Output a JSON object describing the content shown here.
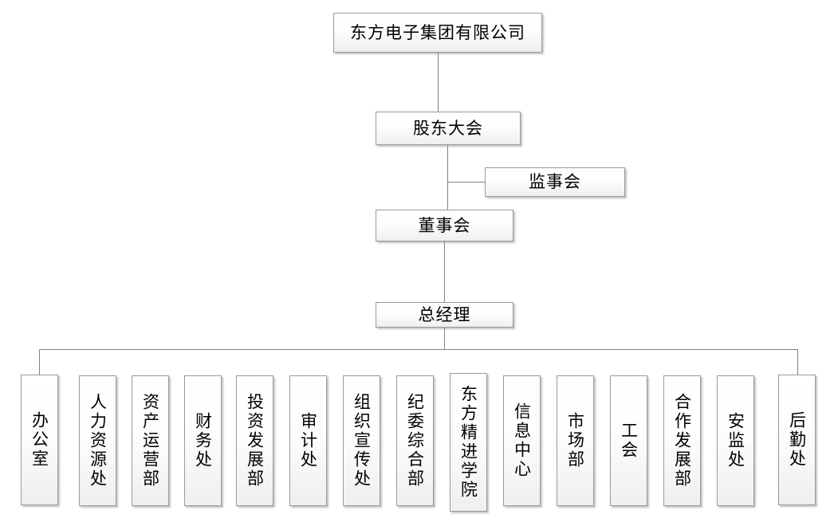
{
  "chart_data": {
    "type": "diagram",
    "diagram_kind": "organization-chart",
    "title": "东方电子集团有限公司",
    "levels": [
      {
        "level": 0,
        "nodes": [
          "东方电子集团有限公司"
        ]
      },
      {
        "level": 1,
        "nodes": [
          "股东大会"
        ]
      },
      {
        "level": 2,
        "nodes": [
          "监事会"
        ]
      },
      {
        "level": 3,
        "nodes": [
          "董事会"
        ]
      },
      {
        "level": 4,
        "nodes": [
          "总经理"
        ]
      },
      {
        "level": 5,
        "nodes": [
          "办公室",
          "人力资源处",
          "资产运营部",
          "财务处",
          "投资发展部",
          "审计处",
          "组织宣传处",
          "纪委综合部",
          "东方精进学院",
          "信息中心",
          "市场部",
          "工会",
          "合作发展部",
          "安监处",
          "后勤处"
        ]
      }
    ],
    "edges": [
      {
        "from": "东方电子集团有限公司",
        "to": "股东大会"
      },
      {
        "from": "股东大会",
        "to": "监事会"
      },
      {
        "from": "股东大会",
        "to": "董事会"
      },
      {
        "from": "董事会",
        "to": "总经理"
      },
      {
        "from": "总经理",
        "to": "办公室"
      },
      {
        "from": "总经理",
        "to": "人力资源处"
      },
      {
        "from": "总经理",
        "to": "资产运营部"
      },
      {
        "from": "总经理",
        "to": "财务处"
      },
      {
        "from": "总经理",
        "to": "投资发展部"
      },
      {
        "from": "总经理",
        "to": "审计处"
      },
      {
        "from": "总经理",
        "to": "组织宣传处"
      },
      {
        "from": "总经理",
        "to": "纪委综合部"
      },
      {
        "from": "总经理",
        "to": "东方精进学院"
      },
      {
        "from": "总经理",
        "to": "信息中心"
      },
      {
        "from": "总经理",
        "to": "市场部"
      },
      {
        "from": "总经理",
        "to": "工会"
      },
      {
        "from": "总经理",
        "to": "合作发展部"
      },
      {
        "from": "总经理",
        "to": "安监处"
      },
      {
        "from": "总经理",
        "to": "后勤处"
      }
    ],
    "colors": {
      "box_border": "#9a9a9a",
      "box_fill_top": "#ffffff",
      "box_fill_bottom": "#efefef",
      "connector": "#808080",
      "text": "#000000",
      "background": "#ffffff"
    }
  },
  "company": {
    "root_label": "东方电子集团有限公司"
  },
  "governance": {
    "shareholders_label": "股东大会",
    "supervisors_label": "监事会",
    "directors_label": "董事会",
    "general_manager_label": "总经理"
  },
  "departments": [
    {
      "label": "办公室"
    },
    {
      "label": "人力资源处"
    },
    {
      "label": "资产运营部"
    },
    {
      "label": "财务处"
    },
    {
      "label": "投资发展部"
    },
    {
      "label": "审计处"
    },
    {
      "label": "组织宣传处"
    },
    {
      "label": "纪委综合部"
    },
    {
      "label": "东方精进学院"
    },
    {
      "label": "信息中心"
    },
    {
      "label": "市场部"
    },
    {
      "label": "工会"
    },
    {
      "label": "合作发展部"
    },
    {
      "label": "安监处"
    },
    {
      "label": "后勤处"
    }
  ]
}
